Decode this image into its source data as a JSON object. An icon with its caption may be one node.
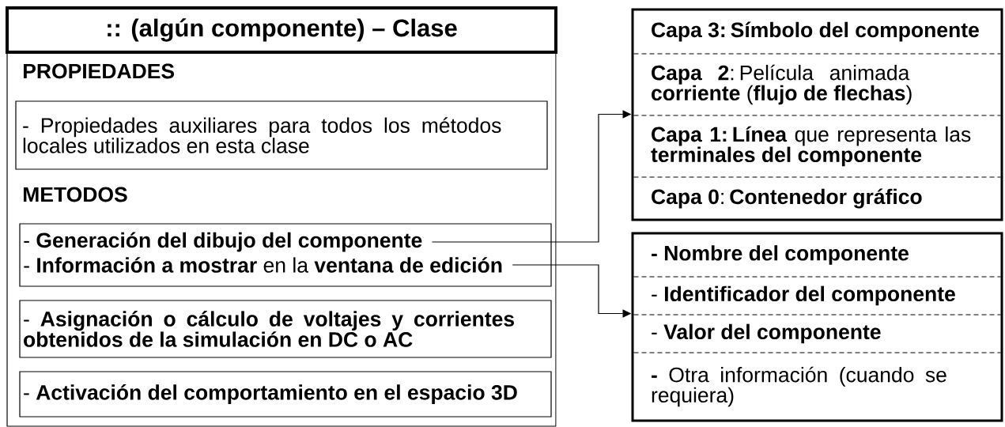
{
  "diagram": {
    "nodes": [
      {
        "text": [
          "PROPIEDADES",
          "METODOS"
        ]
      },
      {
        "text": [
          ":: (algún componente) – Clase"
        ],
        "in": 0
      },
      {
        "text": [
          "- Propiedades auxiliares para todos los métodos locales utilizados en esta clase"
        ],
        "in": 0
      },
      {
        "text": [
          "- **Generación del dibujo del componente**",
          "- **Información a mostrar** en la **ventana de edición**"
        ],
        "in": 0
      },
      {
        "text": [
          "- **Asignación o cálculo de voltajes y corrientes obtenidos de la simulación en DC o AC**"
        ],
        "in": 0
      },
      {
        "text": [
          "- **Activación del comportamiento en el espacio 3D**"
        ],
        "in": 0
      },
      {
        "text": [],
        "shape": "box"
      },
      {
        "text": [
          "Capa 3: Símbolo del componente"
        ],
        "in": 6
      },
      {
        "text": [
          "**Capa 2**: Película animada **corriente** (**flujo de flechas**)"
        ],
        "in": 6
      },
      {
        "text": [
          "**Capa 1: Línea** que representa las **terminales del componente**"
        ],
        "in": 6
      },
      {
        "text": [
          "**Capa 0**: **Contenedor gráfico**"
        ],
        "in": 6
      },
      {
        "text": [],
        "shape": "box"
      },
      {
        "text": [
          "- Nombre del componente"
        ],
        "in": 11
      },
      {
        "text": [
          "- **Identificador del componente**"
        ],
        "in": 11
      },
      {
        "text": [
          "- **Valor del componente**"
        ],
        "in": 11
      },
      {
        "text": [
          "**-** Otra información (cuando se requiera)"
        ],
        "in": 11
      }
    ],
    "edges": [
      {
        "from": 3,
        "to": 6,
        "arrow": "to"
      },
      {
        "from": 3,
        "to": 11,
        "arrow": "to"
      }
    ]
  }
}
